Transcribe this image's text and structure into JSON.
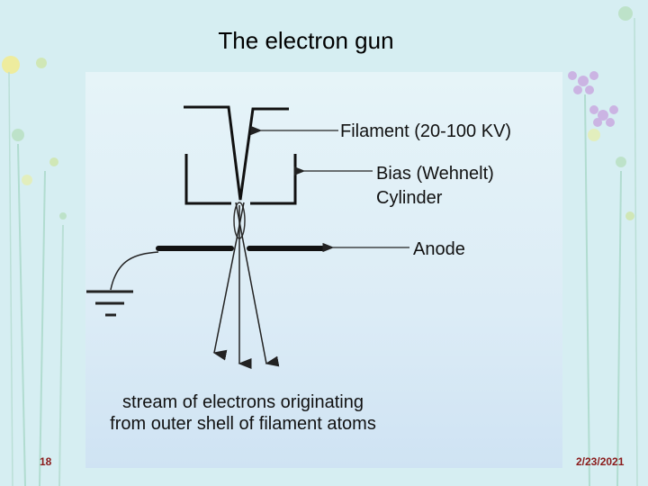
{
  "slide": {
    "title": "The electron gun",
    "slide_number": "18",
    "date": "2/23/2021"
  },
  "diagram": {
    "labels": {
      "filament": "Filament (20-100 KV)",
      "bias_line1": "Bias (Wehnelt)",
      "bias_line2": "Cylinder",
      "anode": "Anode"
    },
    "caption_line1": "stream of electrons originating",
    "caption_line2": "from outer shell of filament atoms"
  },
  "colors": {
    "background": "#d6eef2",
    "footer_text": "#8a1a1a"
  }
}
